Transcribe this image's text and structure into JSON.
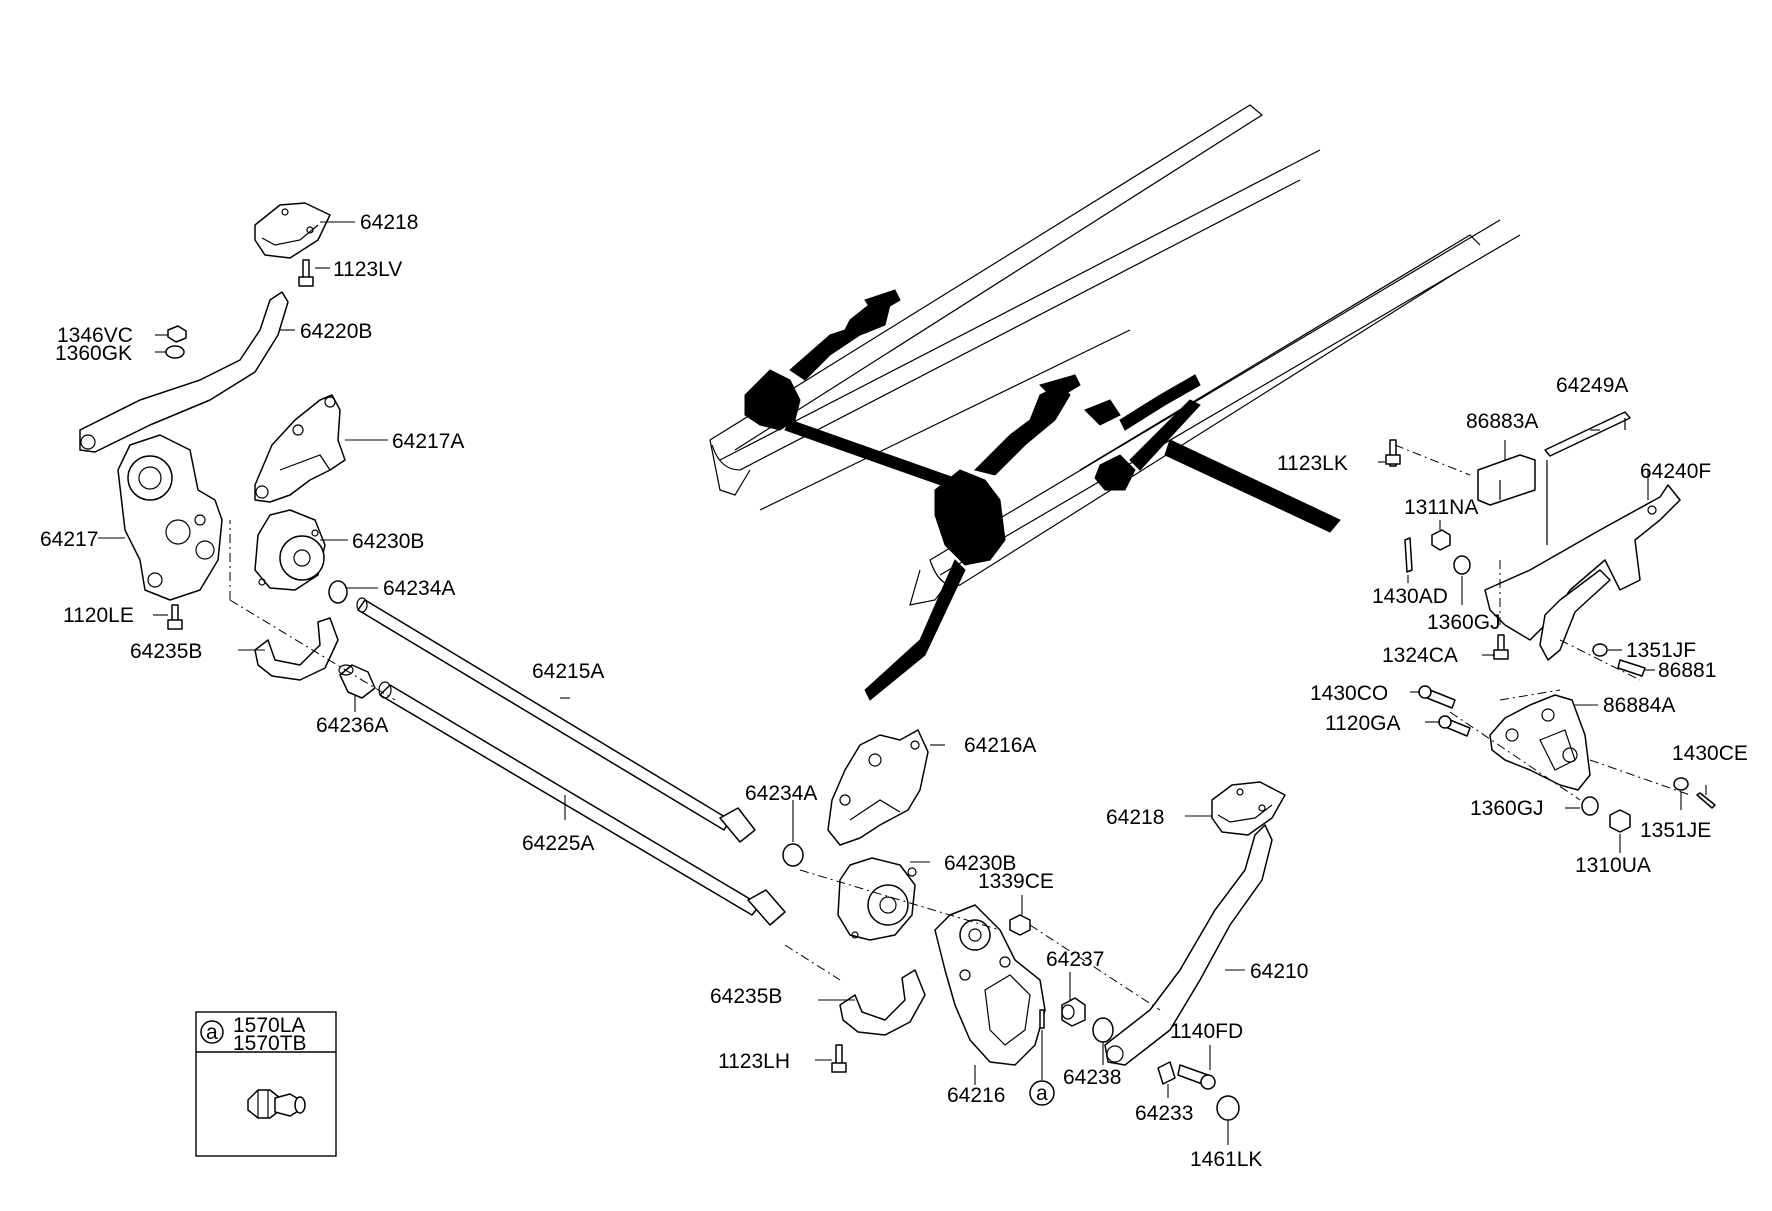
{
  "labels": {
    "p64218_top": "64218",
    "p1123LV": "1123LV",
    "p1346VC": "1346VC",
    "p1360GK": "1360GK",
    "p64220B": "64220B",
    "p64217A": "64217A",
    "p64217": "64217",
    "p64230B_top": "64230B",
    "p64234A_top": "64234A",
    "p1120LE": "1120LE",
    "p64235B_top": "64235B",
    "p64236A": "64236A",
    "p64215A": "64215A",
    "p64225A": "64225A",
    "p64216A": "64216A",
    "p64234A_mid": "64234A",
    "p64230B_mid": "64230B",
    "p1339CE": "1339CE",
    "p64237": "64237",
    "p64235B_bot": "64235B",
    "p1123LH": "1123LH",
    "p64216": "64216",
    "p64238": "64238",
    "p64218_bot": "64218",
    "p64210": "64210",
    "p1140FD": "1140FD",
    "p64233": "64233",
    "p1461LK": "1461LK",
    "p86883A": "86883A",
    "p64249A": "64249A",
    "p1123LK": "1123LK",
    "p64240F": "64240F",
    "p1311NA": "1311NA",
    "p1430AD": "1430AD",
    "p1360GJ_top": "1360GJ",
    "p1351JF": "1351JF",
    "p1324CA": "1324CA",
    "p86881": "86881",
    "p1430CO": "1430CO",
    "p86884A": "86884A",
    "p1120GA": "1120GA",
    "p1430CE": "1430CE",
    "p1360GJ_bot": "1360GJ",
    "p1351JE": "1351JE",
    "p1310UA": "1310UA"
  },
  "callout": {
    "marker": "a",
    "part_1": "1570LA",
    "part_2": "1570TB"
  },
  "ref_marker": "a"
}
